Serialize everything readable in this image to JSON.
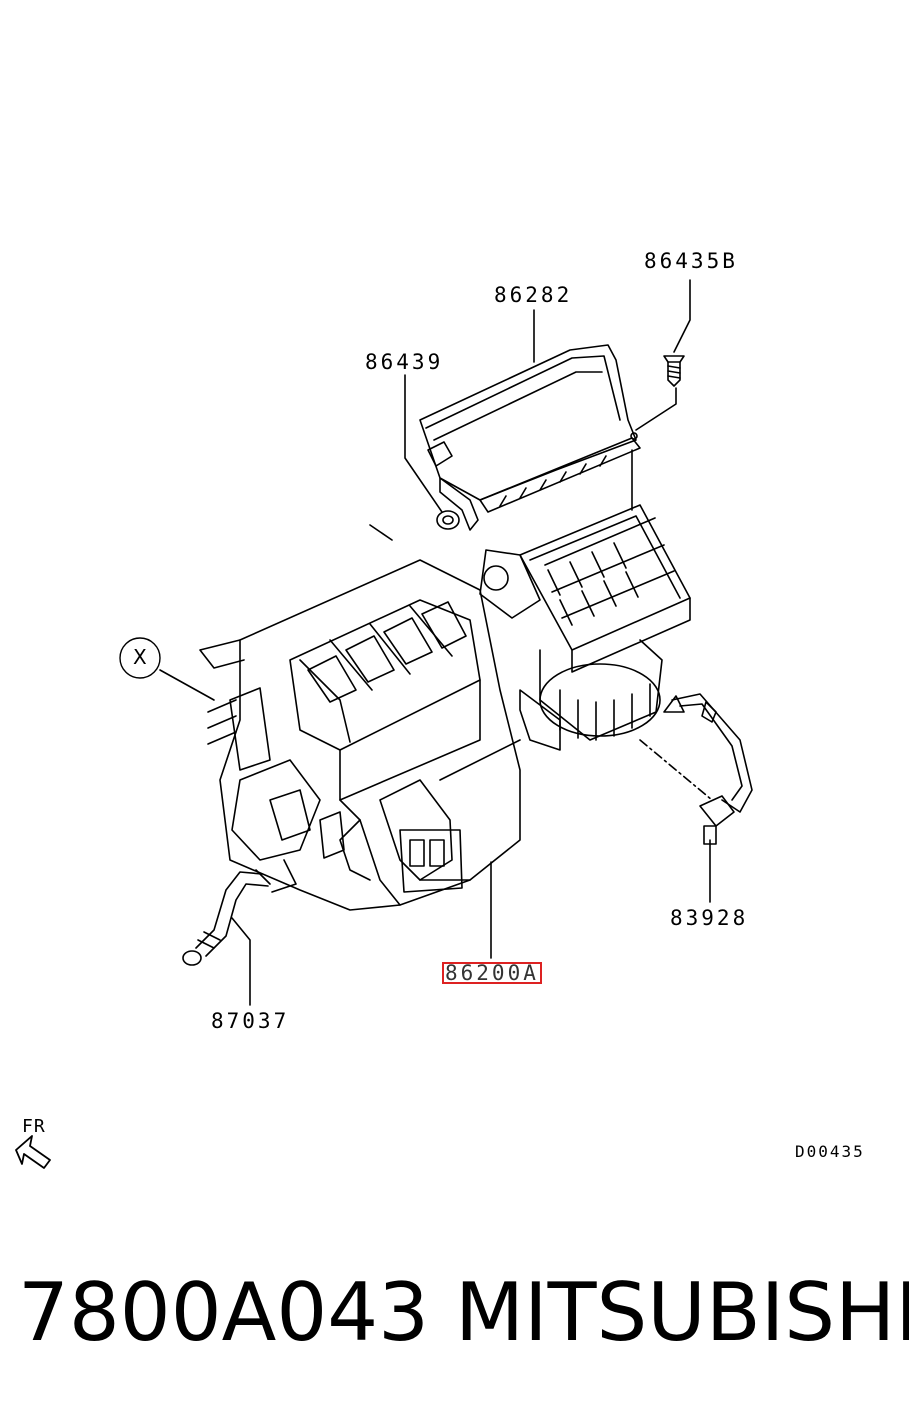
{
  "callouts": {
    "p86435b": "86435B",
    "p86282": "86282",
    "p86439": "86439",
    "p83928": "83928",
    "p86200a": "86200A",
    "p87037": "87037"
  },
  "marker_x": "X",
  "fr_label": "FR",
  "drawing_number": "D00435",
  "footer": {
    "part_number": "7800A043",
    "brand": "MITSUBISHI"
  },
  "highlight_color": "#dd2222"
}
